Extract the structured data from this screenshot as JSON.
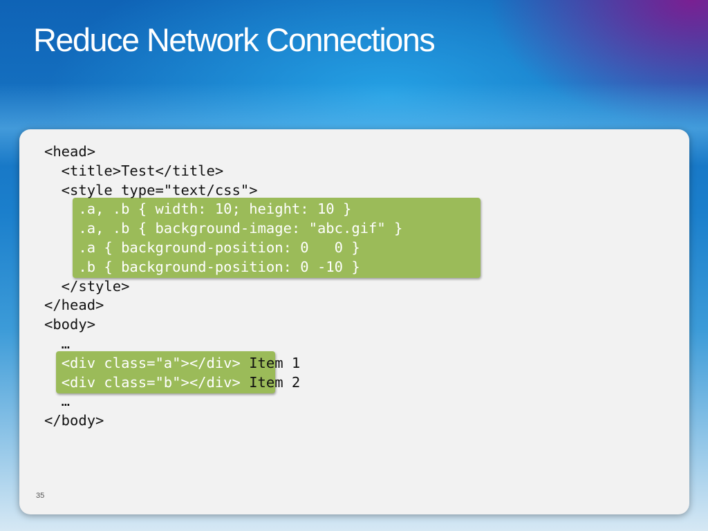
{
  "slide": {
    "title": "Reduce Network Connections",
    "number": "35"
  },
  "code": {
    "lines": {
      "head_open": "<head>",
      "title": "  <title>Test</title>",
      "style_open": "  <style type=\"text/css\">",
      "css_1": "    .a, .b { width: 10; height: 10 }",
      "css_2": "    .a, .b { background-image: \"abc.gif\" }",
      "css_3": "    .a { background-position: 0   0 }",
      "css_4": "    .b { background-position: 0 -10 }",
      "style_close": "  </style>",
      "head_close": "</head>",
      "body_open": "<body>",
      "ellipsis_1": "  …",
      "div_a": "<div class=\"a\"></div>",
      "item_1": " Item 1",
      "div_b": "<div class=\"b\"></div>",
      "item_2": " Item 2",
      "ellipsis_2": "  …",
      "body_close": "</body>"
    },
    "highlight_color": "#9bbb59"
  }
}
